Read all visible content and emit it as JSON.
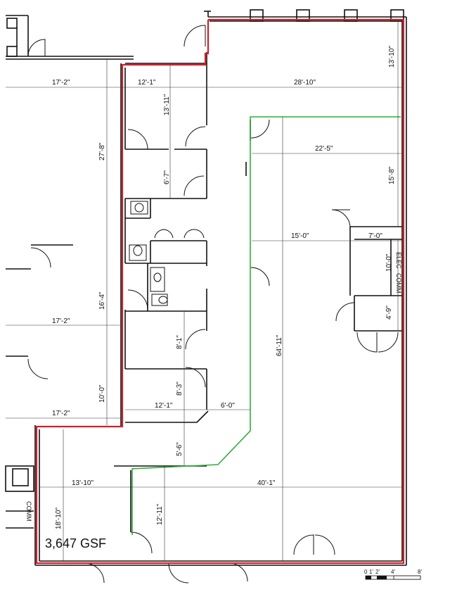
{
  "colors": {
    "boundary": "#d21f2a",
    "green_line": "#2fae3a",
    "wall": "#111111",
    "dimension": "#333333"
  },
  "area": {
    "label": "3,647 GSF"
  },
  "rooms": {
    "elec": "ELEC",
    "comm": "COMM",
    "comm_lower": "COMM"
  },
  "dimensions": {
    "d_17_2_top": "17'-2\"",
    "d_12_1_top": "12'-1\"",
    "d_28_10": "28'-10\"",
    "d_13_10_right": "13'-10\"",
    "d_13_11": "13'-11\"",
    "d_27_8": "27'-8\"",
    "d_22_5": "22'-5\"",
    "d_15_8": "15'-8\"",
    "d_6_7": "6'-7\"",
    "d_15_0": "15'-0\"",
    "d_7_0": "7'-0\"",
    "d_10_0_right": "10'-0\"",
    "d_4_9": "4'-9\"",
    "d_16_4": "16'-4\"",
    "d_17_2_mid": "17'-2\"",
    "d_64_11": "64'-11\"",
    "d_8_1": "8'-1\"",
    "d_8_3": "8'-3\"",
    "d_10_0_left": "10'-0\"",
    "d_17_2_low": "17'-2\"",
    "d_12_1_low": "12'-1\"",
    "d_6_0": "6'-0\"",
    "d_5_6": "5'-6\"",
    "d_13_10_low": "13'-10\"",
    "d_40_1": "40'-1\"",
    "d_18_10": "18'-10\"",
    "d_12_11": "12'-11\""
  },
  "scale": {
    "t0": "0",
    "t1": "1'",
    "t2": "2'",
    "t4": "4'",
    "t8": "8'"
  }
}
